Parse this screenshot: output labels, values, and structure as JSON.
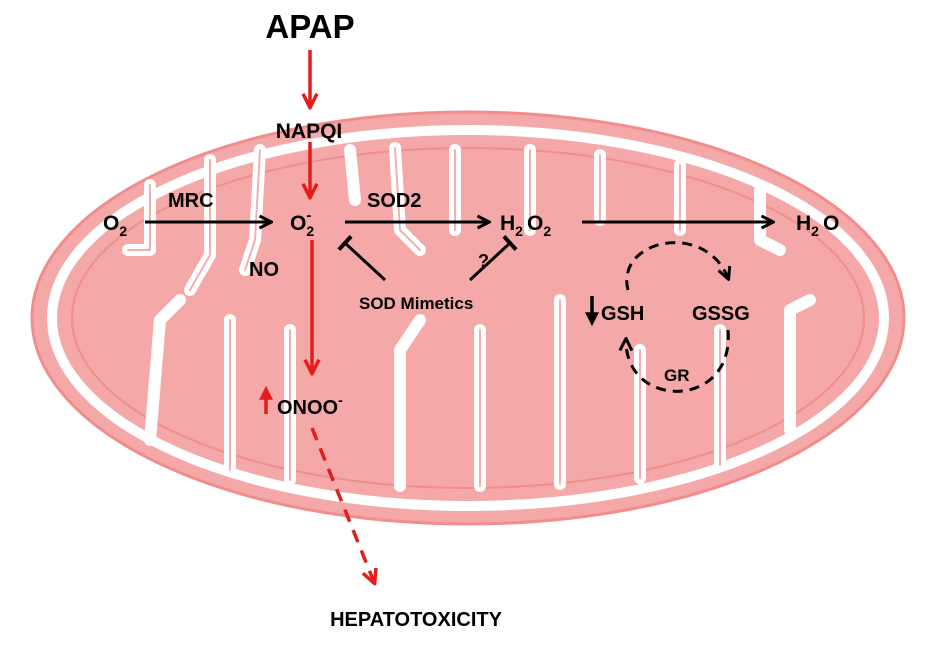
{
  "colors": {
    "mito_fill": "#f4a8a8",
    "mito_edge": "#f08e8e",
    "membrane_white": "#ffffff",
    "red_arrow": "#e41c1c",
    "black": "#000000"
  },
  "labels": {
    "apap": "APAP",
    "napqi": "NAPQI",
    "o2": "O",
    "o2_sub": "2",
    "mrc": "MRC",
    "superoxide": "O",
    "superoxide_sup": "-",
    "superoxide_sub": "2",
    "sod2": "SOD2",
    "h2o2_h": "H",
    "h2o2_sub": "2",
    "h2o2_o": "O",
    "h2o2_sub2": "2",
    "h2o_h": "H",
    "h2o_sub": "2",
    "h2o_o": "O",
    "no": "NO",
    "question": "?",
    "sod_mimetics": "SOD Mimetics",
    "gsh": "GSH",
    "gssg": "GSSG",
    "gr": "GR",
    "onoo": "ONOO",
    "onoo_sup": "-",
    "hepatotoxicity": "HEPATOTOXICITY"
  }
}
